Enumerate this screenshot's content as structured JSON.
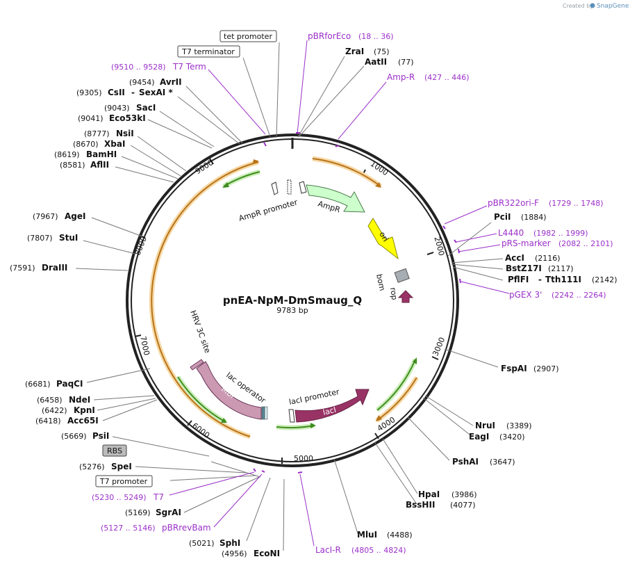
{
  "credit": {
    "prefix": "Created by",
    "brand": "SnapGene"
  },
  "plasmid": {
    "name": "pnEA-NpM-DmSmaug_Q",
    "size": "9783 bp"
  },
  "ticks": [
    "1000",
    "2000",
    "3000",
    "4000",
    "5000",
    "6000",
    "7000",
    "8000",
    "9000"
  ],
  "boxed_labels": {
    "tet_promoter": "tet promoter",
    "t7_terminator": "T7 terminator",
    "rbs": "RBS",
    "t7_promoter": "T7 promoter"
  },
  "enzymes": [
    {
      "name": "ZraI",
      "pos": "(75)"
    },
    {
      "name": "AatII",
      "pos": "(77)"
    },
    {
      "name": "AvrII",
      "pos": "(9454)"
    },
    {
      "name": "CsII",
      "name2": "SexAI *",
      "pos": "(9305)"
    },
    {
      "name": "SacI",
      "pos": "(9043)"
    },
    {
      "name": "Eco53kI",
      "pos": "(9041)"
    },
    {
      "name": "NsiI",
      "pos": "(8777)"
    },
    {
      "name": "XbaI",
      "pos": "(8670)"
    },
    {
      "name": "BamHI",
      "pos": "(8619)"
    },
    {
      "name": "AflII",
      "pos": "(8581)"
    },
    {
      "name": "AgeI",
      "pos": "(7967)"
    },
    {
      "name": "StuI",
      "pos": "(7807)"
    },
    {
      "name": "DraIII",
      "pos": "(7591)"
    },
    {
      "name": "PciI",
      "pos": "(1884)"
    },
    {
      "name": "AccI",
      "pos": "(2116)"
    },
    {
      "name": "BstZ17I",
      "pos": "(2117)"
    },
    {
      "name": "PflFI",
      "name2": "Tth111I",
      "pos": "(2142)"
    },
    {
      "name": "FspAI",
      "pos": "(2907)"
    },
    {
      "name": "NruI",
      "pos": "(3389)"
    },
    {
      "name": "EagI",
      "pos": "(3420)"
    },
    {
      "name": "PshAI",
      "pos": "(3647)"
    },
    {
      "name": "HpaI",
      "pos": "(3986)"
    },
    {
      "name": "BssHII",
      "pos": "(4077)"
    },
    {
      "name": "MluI",
      "pos": "(4488)"
    },
    {
      "name": "PaqCI",
      "pos": "(6681)"
    },
    {
      "name": "NdeI",
      "pos": "(6458)"
    },
    {
      "name": "KpnI",
      "pos": "(6422)"
    },
    {
      "name": "Acc65I",
      "pos": "(6418)"
    },
    {
      "name": "PsiI",
      "pos": "(5669)"
    },
    {
      "name": "SpeI",
      "pos": "(5276)"
    },
    {
      "name": "SgrAI",
      "pos": "(5169)"
    },
    {
      "name": "SphI",
      "pos": "(5021)"
    },
    {
      "name": "EcoNI",
      "pos": "(4956)"
    }
  ],
  "primers": [
    {
      "name": "pBRforEco",
      "pos": "(18 .. 36)"
    },
    {
      "name": "Amp-R",
      "pos": "(427 .. 446)"
    },
    {
      "name": "T7 Term",
      "pos": "(9510 .. 9528)"
    },
    {
      "name": "pBR322ori-F",
      "pos": "(1729 .. 1748)"
    },
    {
      "name": "L4440",
      "pos": "(1982 .. 1999)"
    },
    {
      "name": "pRS-marker",
      "pos": "(2082 .. 2101)"
    },
    {
      "name": "pGEX 3'",
      "pos": "(2242 .. 2264)"
    },
    {
      "name": "T7",
      "pos": "(5230 .. 5249)"
    },
    {
      "name": "pBRrevBam",
      "pos": "(5127 .. 5146)"
    },
    {
      "name": "LacI-R",
      "pos": "(4805 .. 4824)"
    }
  ],
  "features": {
    "ampr_promoter": "AmpR promoter",
    "ampr": "AmpR",
    "ori": "ori",
    "bom": "bom",
    "rop": "rop",
    "hrv": "HRV 3C site",
    "lac_operator": "lac operator",
    "mbp": "MBP",
    "laci_promoter": "lacI promoter",
    "laci": "lacI"
  },
  "colors": {
    "backbone": "#222222",
    "orf_orange": "#e8a13a",
    "orf_green": "#4b9a2a",
    "ampr_fill": "#ccffcc",
    "ori_fill": "#ffff00",
    "rop_fill": "#993366",
    "laci_fill": "#993366",
    "mbp_fill": "#cc99b3",
    "primer": "#9b2fc9",
    "leader": "#666666"
  }
}
